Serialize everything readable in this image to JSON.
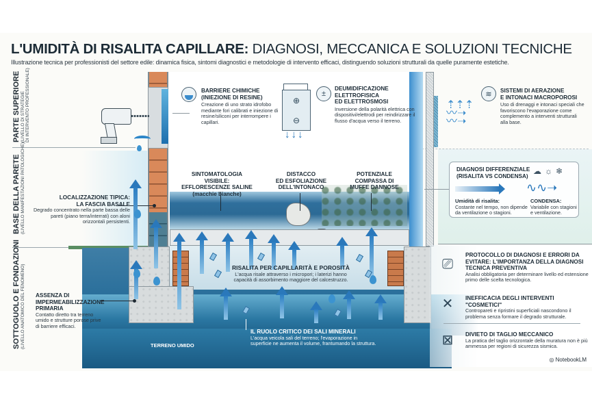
{
  "header": {
    "title_bold": "L'UMIDITÀ DI RISALITA CAPILLARE:",
    "title_light": " DIAGNOSI, MECCANICA E SOLUZIONI TECNICHE",
    "subtitle": "Illustrazione tecnica per professionisti del settore edile: dinamica fisica, sintomi diagnostici e metodologie di intervento efficaci, distinguendo soluzioni strutturali da quelle puramente estetiche."
  },
  "bands": [
    {
      "label": "PARTE SUPERIORE",
      "sub1": "(LIVELLO DI STRATEGIE",
      "sub2": "DI INTERVENTO PROFESSIONALE)"
    },
    {
      "label": "BASE DELLA PARETE",
      "sub1": "(LIVELLO MANIFESTAZIONI PATOLOGICHE)",
      "sub2": ""
    },
    {
      "label": "SOTTOGUOLO E FONDAZIONI",
      "sub1": "(LIVELLO ANATOMICO DEL FENOMENO)",
      "sub2": ""
    }
  ],
  "interventions": [
    {
      "icon": "injection-icon",
      "title1": "BARRIERE CHIMICHE",
      "title2": "(INIEZIONE DI RESINE)",
      "text": "Creazione di uno strato idrofobo mediante fori calibrati e iniezione di resine/siliconi per interrompere i capillari."
    },
    {
      "icon": "plus-minus-icon",
      "title1": "DEUMIDIFICAZIONE",
      "title2": "ELETTROFISICA",
      "title3": "ED ELETTROSMOSI",
      "text": "Inversione della polarità elettrica con dispositivi/elettrodi per reindirizzare il flusso d'acqua verso il terreno."
    },
    {
      "icon": "wind-icon",
      "title1": "SISTEMI DI AERAZIONE",
      "title2": "E INTONACI MACROPOROSI",
      "text": "Uso di drenaggi e intonaci speciali che favoriscono l'evaporazione come complemento a interventi strutturali alla base."
    }
  ],
  "symptoms": {
    "localization": {
      "title1": "LOCALIZZAZIONE TIPICA:",
      "title2": "LA FASCIA BASALE",
      "text": "Degrado concentrato nella parte bassa delle pareti (piano terra/interrati) con aloni orizzontali persistenti."
    },
    "efflorescence": {
      "line1": "SINTOMATOLOGIA VISIBILE:",
      "line2": "EFFLORESCENZE SALINE",
      "line3": "(macchie bianche)"
    },
    "detachment": {
      "line1": "DISTACCO",
      "line2": "ED ESFOLIAZIONE",
      "line3": "DELL'INTONACO"
    },
    "mould": {
      "line1": "POTENZIALE",
      "line2": "COMPASSA DI",
      "line3": "MUFFE DANNOSE"
    }
  },
  "diagnosis_box": {
    "title1": "DIAGNOSI DIFFERENZIALE",
    "title2": "(RISALITA VS CONDENSA)",
    "weather_icons": [
      "☁",
      "☼",
      "❄"
    ],
    "rising_label": "Umidità di risalita:",
    "rising_text": "Costante nel tempo, non dipende da ventilazione o stagioni.",
    "condensation_label": "CONDENSA:",
    "condensation_text": "Variabile con stagioni e ventilazione."
  },
  "anatomy": {
    "waterproofing": {
      "title1": "ASSENZA DI",
      "title2": "IMPERMEABILIZZAZIONE",
      "title3": "PRIMARIA",
      "text": "Contatto diretto tra terreno umido e strutture porose prive di barriere efficaci."
    },
    "capillarity": {
      "title": "RISALITA PER CAPILLARITÀ E POROSITÀ",
      "text1": "L'acqua risale attraverso i micropori; i laterizi hanno",
      "text2": "capacità di assorbimento maggiore del calcestruzzo."
    },
    "salts": {
      "title": "IL RUOLO CRITICO DEI SALI MINERALI",
      "text1": "L'acqua veicola sali del terreno; l'evaporazione in",
      "text2": "superficie ne aumenta il volume, frantumando la struttura."
    },
    "soil_label": "TERRENO UMIDO"
  },
  "protocol": [
    {
      "icon": "flowchart-icon",
      "title": "PROTOCOLLO DI DIAGNOSI E ERRORI DA EVITARE: L'IMPORTANZA DELLA DIAGNOSI TECNICA PREVENTIVA",
      "text": "Analisi obbligatoria per determinare livello ed estensione primo delle scelta tecnologica."
    },
    {
      "icon": "crossed-tools-icon",
      "title": "INEFFICACIA DEGLI INTERVENTI \"COSMETICI\"",
      "text": "Contropareti e ripristini superficiali nascondono il problema senza formare il degrado strutturale."
    },
    {
      "icon": "crossed-saw-icon",
      "title": "DIVIETO DI TAGLIO MECCANICO",
      "text": "La pratica del taglio orizzontale della muratura non è più ammessa per regioni di sicurezza sismica."
    }
  ],
  "brand": "NotebookLM",
  "colors": {
    "water": "#2a78bb",
    "brick": "#d9895a",
    "text": "#1f2a33",
    "soil": "#1c5f88"
  }
}
